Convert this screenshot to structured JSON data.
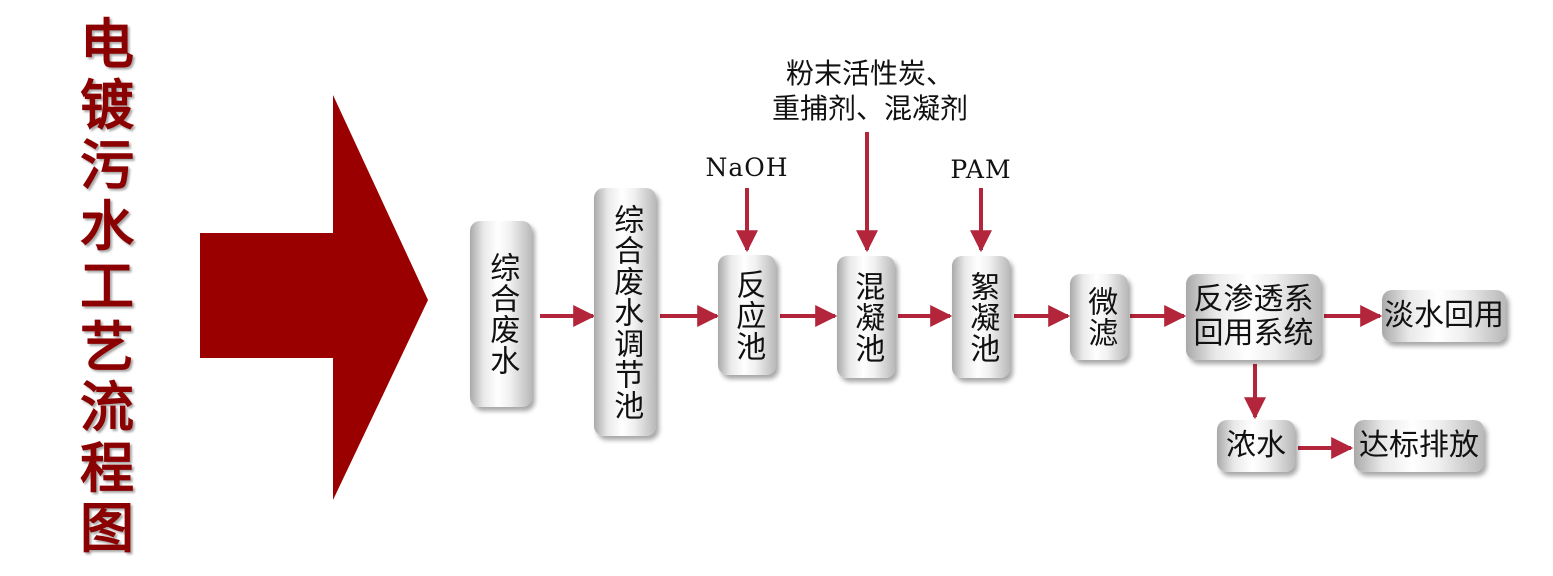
{
  "title": {
    "chars": [
      "电",
      "镀",
      "污",
      "水",
      "工",
      "艺",
      "流",
      "程",
      "图"
    ]
  },
  "colors": {
    "title": "#8b0000",
    "big_arrow": "#9b0000",
    "flow_arrow": "#b3253a"
  },
  "icons": {
    "big_arrow": "right-arrow-icon"
  },
  "nodes": {
    "wastewater": "综合废水",
    "equalization": "综合废水调节池",
    "reaction": "反应池",
    "coagulation": "混凝池",
    "flocculation": "絮凝池",
    "microfilter": "微滤",
    "ro": "反渗透系\n回用系统",
    "reuse": "淡水回用",
    "concentrate": "浓水",
    "discharge": "达标排放"
  },
  "inputs": {
    "naoh": "NaOH",
    "carbon": "粉末活性炭、\n重捕剂、混凝剂",
    "pam": "PAM"
  }
}
